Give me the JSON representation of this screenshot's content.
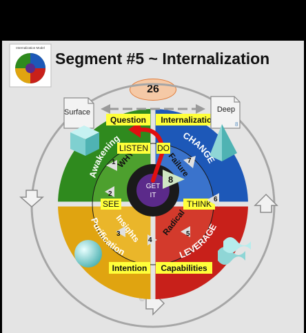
{
  "slide": {
    "title": "Segment #5 ~ Internalization",
    "number": "26",
    "thumbnail_caption": "Internalization Model"
  },
  "axis": {
    "left": "Surface",
    "right": "Deep",
    "right_small": "8"
  },
  "labels": {
    "question": "Question",
    "internalization": "Internalization",
    "intention": "Intention",
    "capabilities": "Capabilities",
    "listen": "LISTEN",
    "do": "DO",
    "see": "SEE",
    "think": "THINK"
  },
  "quadrants": {
    "awakening": "Awakening",
    "change": "CHANGE",
    "purification": "Purification",
    "leverage": "LEVERAGE"
  },
  "inner": {
    "why": "WHY",
    "failure": "Failure",
    "insights": "Insights",
    "radical": "Radical"
  },
  "steps": [
    "1",
    "2",
    "3",
    "4",
    "5",
    "6",
    "7",
    "8"
  ],
  "center": {
    "line1": "GET",
    "line2": "IT"
  },
  "copyright": "©",
  "colors": {
    "green": "#2f8a1e",
    "blue": "#1d58b8",
    "gold": "#e0a410",
    "red": "#c8201a",
    "highlight": "#ffff3a",
    "arrow": "#e01010"
  }
}
